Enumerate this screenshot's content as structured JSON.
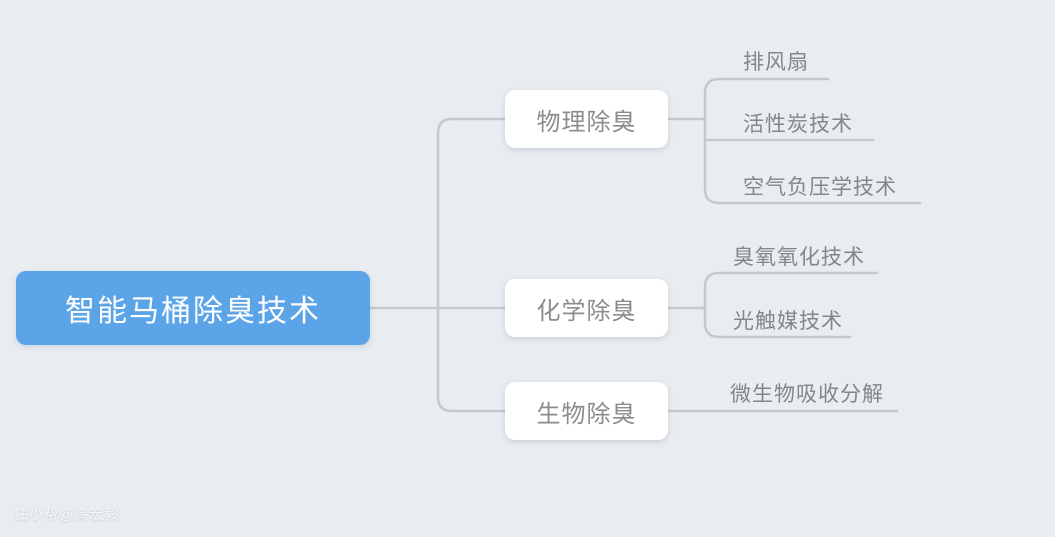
{
  "canvas": {
    "background_color": "#e9edf1",
    "connector_color": "#c5c9cd"
  },
  "mindmap": {
    "root": {
      "label": "智能马桶除臭技术",
      "fill_color": "#5ba4e8",
      "text_color": "#ffffff"
    },
    "branches": [
      {
        "label": "物理除臭",
        "children": [
          "排风扇",
          "活性炭技术",
          "空气负压学技术"
        ]
      },
      {
        "label": "化学除臭",
        "children": [
          "臭氧氧化技术",
          "光触媒技术"
        ]
      },
      {
        "label": "生物除臭",
        "children": [
          "微生物吸收分解"
        ]
      }
    ],
    "branch_fill_color": "#ffffff",
    "branch_text_color": "#898c90",
    "leaf_text_color": "#83868b"
  },
  "watermark": {
    "text": "住小帮@高宏毅"
  }
}
